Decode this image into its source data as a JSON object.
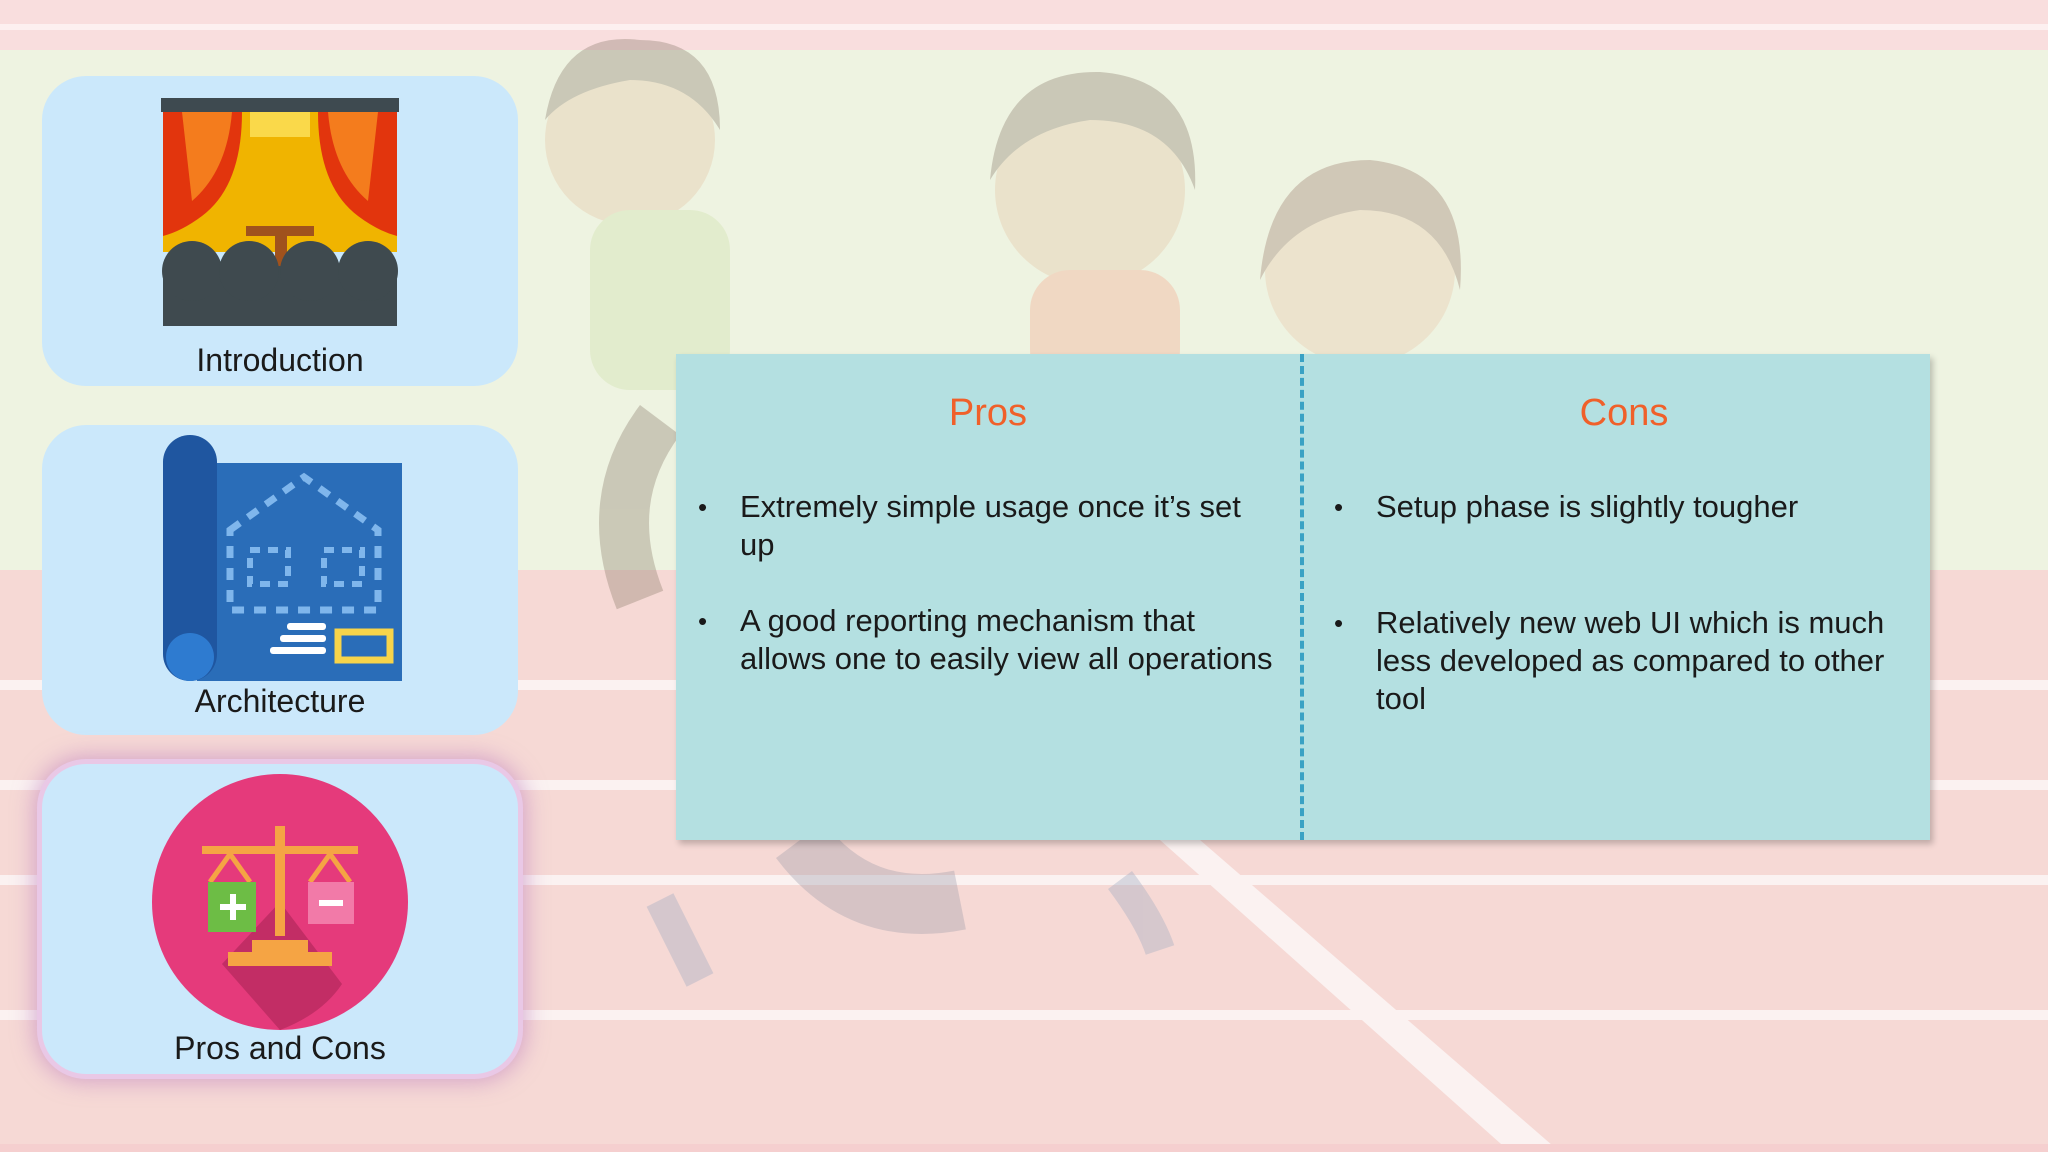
{
  "nav": {
    "items": [
      {
        "label": "Introduction",
        "icon": "theater-curtain-icon"
      },
      {
        "label": "Architecture",
        "icon": "blueprint-icon"
      },
      {
        "label": "Pros and Cons",
        "icon": "balance-scale-icon",
        "active": true
      }
    ]
  },
  "comparison": {
    "pros": {
      "title": "Pros",
      "items": [
        "Extremely simple usage once it’s set up",
        "A good reporting mechanism that allows one to easily view all operations"
      ]
    },
    "cons": {
      "title": "Cons",
      "items": [
        "Setup phase is slightly tougher",
        "Relatively new web UI which is much less developed as compared to other tool"
      ]
    }
  },
  "colors": {
    "heading": "#f0602a",
    "panel": "#b4e0e1",
    "card": "#cbe8fb",
    "divider": "#3aa2c4"
  }
}
